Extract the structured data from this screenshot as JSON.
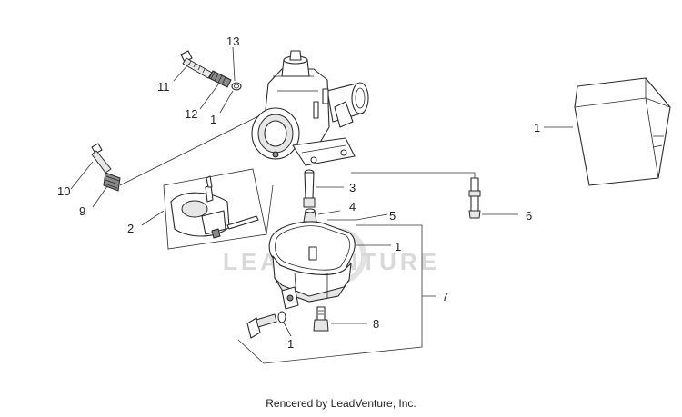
{
  "callouts": {
    "c13": "13",
    "c11": "11",
    "c12": "12",
    "c1_top": "1",
    "c10": "10",
    "c9": "9",
    "c2": "2",
    "c3": "3",
    "c4": "4",
    "c5": "5",
    "c6": "6",
    "c1_bowl": "1",
    "c7": "7",
    "c8": "8",
    "c1_bottom": "1",
    "c1_kit": "1"
  },
  "watermark": "LEADVENTURE",
  "footer": "Rencered by LeadVenture, Inc."
}
